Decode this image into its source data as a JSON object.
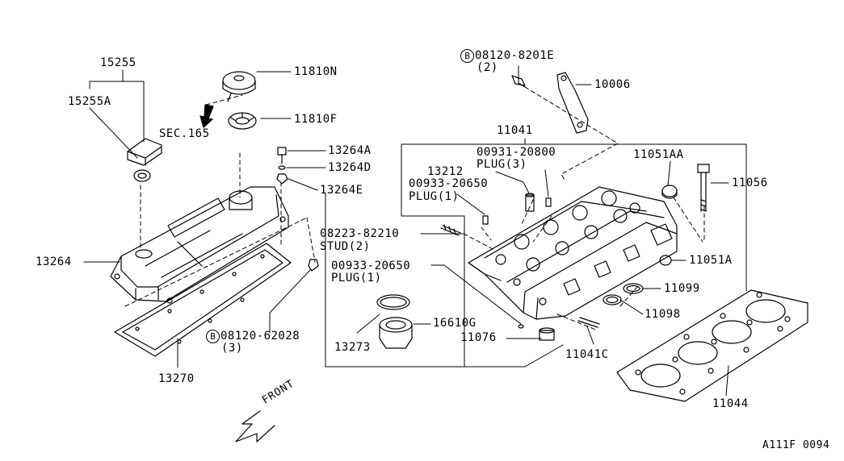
{
  "labels": {
    "p15255": "15255",
    "p15255a": "15255A",
    "p11810n": "11810N",
    "p11810f": "11810F",
    "sec165": "SEC.165",
    "p13264a": "13264A",
    "p13264d": "13264D",
    "p13264e": "13264E",
    "p13264": "13264",
    "stud_part": "08223-82210",
    "stud_note": "STUD(2)",
    "bolt_62028": "08120-62028",
    "bolt_62028_qty": "(3)",
    "p13270": "13270",
    "bolt_8201e": "08120-8201E",
    "bolt_8201e_qty": "(2)",
    "p10006": "10006",
    "p11041": "11041",
    "plug_20800": "00931-20800",
    "plug_20800_note": "PLUG(3)",
    "p13212": "13212",
    "plug_20650_a": "00933-20650",
    "plug_20650_a_note": "PLUG(1)",
    "p11051aa": "11051AA",
    "p11056": "11056",
    "p11051a": "11051A",
    "plug_20650_b": "00933-20650",
    "plug_20650_b_note": "PLUG(1)",
    "p11099": "11099",
    "p11098": "11098",
    "p16610g": "16610G",
    "p13273": "13273",
    "p11076": "11076",
    "p11041c": "11041C",
    "p11044": "11044",
    "front": "FRONT",
    "ref_code": "A111F 0094",
    "bolt_symbol": "B"
  }
}
